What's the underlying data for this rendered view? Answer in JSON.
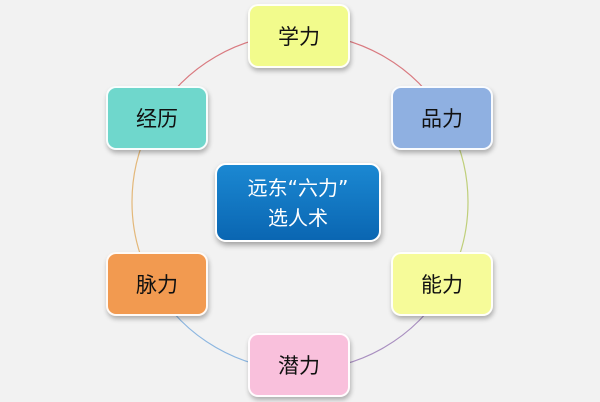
{
  "center": {
    "line1": "远东“六力”",
    "line2": "选人术",
    "color": "#0e72c0"
  },
  "nodes": [
    {
      "id": "xueli",
      "label": "学力",
      "color": "#f2fb8c"
    },
    {
      "id": "pinli",
      "label": "品力",
      "color": "#8fb0e1"
    },
    {
      "id": "nengli",
      "label": "能力",
      "color": "#f6fb99"
    },
    {
      "id": "qianli",
      "label": "潜力",
      "color": "#f9c0dc"
    },
    {
      "id": "maili",
      "label": "脉力",
      "color": "#f29a50"
    },
    {
      "id": "jingli",
      "label": "经历",
      "color": "#6fd7cc"
    }
  ],
  "ring_colors": [
    "#d97a80",
    "#bfcf7a",
    "#a98fc0",
    "#8cb6e0",
    "#e3b87a",
    "#d97a80"
  ]
}
